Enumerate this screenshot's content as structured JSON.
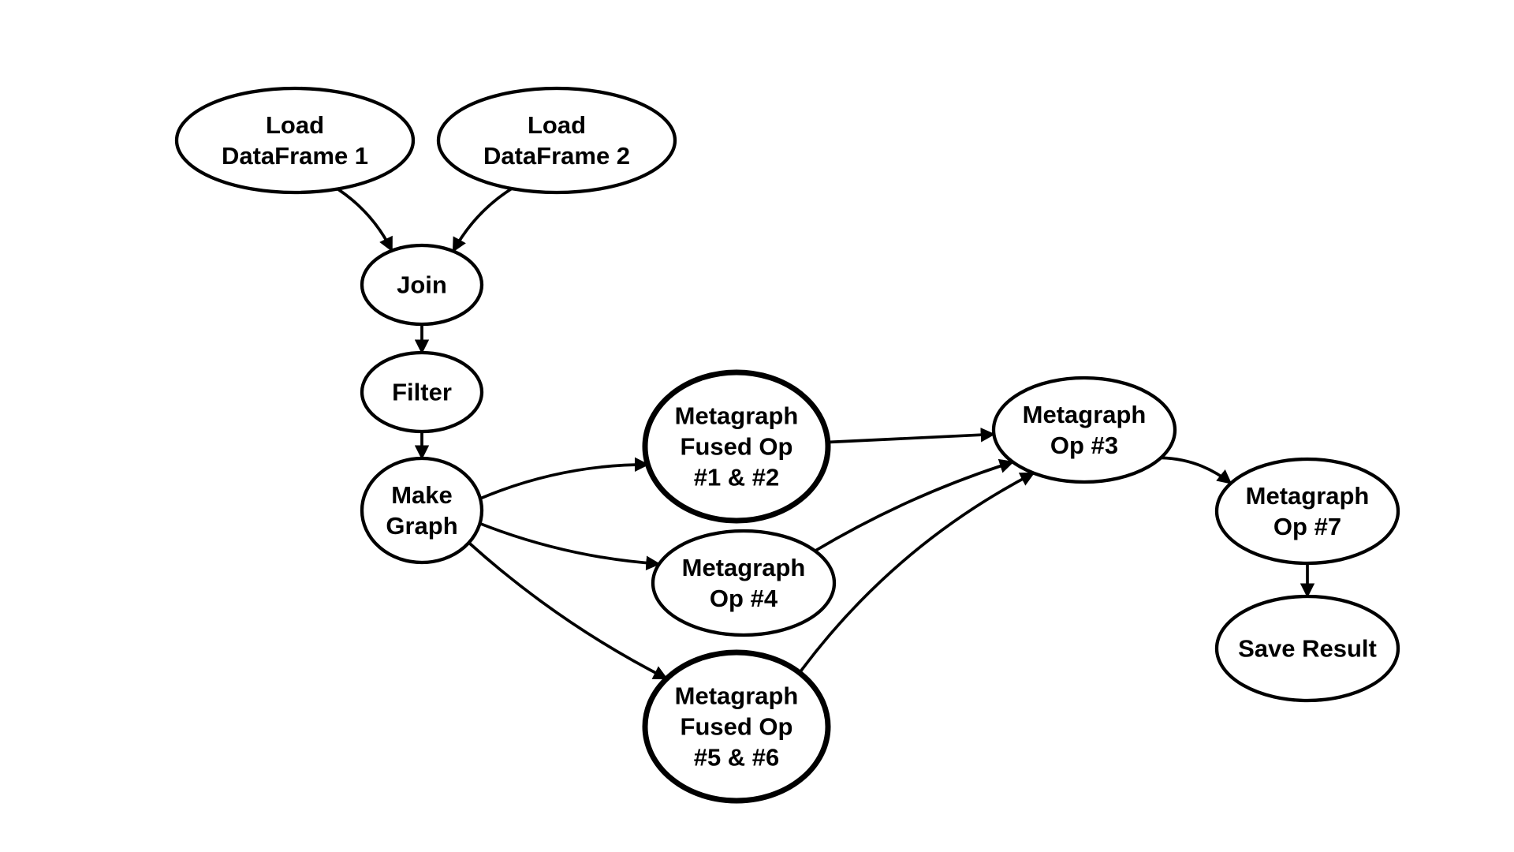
{
  "colors": {
    "background": "#ffffff",
    "node_stroke": "#000000",
    "fused_highlight": "#a52a1a",
    "edge": "#000000"
  },
  "nodes": [
    {
      "id": "load-df1",
      "lines": [
        "Load",
        "DataFrame 1"
      ],
      "fused": false
    },
    {
      "id": "load-df2",
      "lines": [
        "Load",
        "DataFrame 2"
      ],
      "fused": false
    },
    {
      "id": "join",
      "lines": [
        "Join"
      ],
      "fused": false
    },
    {
      "id": "filter",
      "lines": [
        "Filter"
      ],
      "fused": false
    },
    {
      "id": "make-graph",
      "lines": [
        "Make",
        "Graph"
      ],
      "fused": false
    },
    {
      "id": "fused-op-1-2",
      "lines": [
        "Metagraph",
        "Fused Op",
        "#1 & #2"
      ],
      "fused": true
    },
    {
      "id": "op-4",
      "lines": [
        "Metagraph",
        "Op #4"
      ],
      "fused": false
    },
    {
      "id": "fused-op-5-6",
      "lines": [
        "Metagraph",
        "Fused Op",
        "#5 & #6"
      ],
      "fused": true
    },
    {
      "id": "op-3",
      "lines": [
        "Metagraph",
        "Op #3"
      ],
      "fused": false
    },
    {
      "id": "op-7",
      "lines": [
        "Metagraph",
        "Op #7"
      ],
      "fused": false
    },
    {
      "id": "save-result",
      "lines": [
        "Save Result"
      ],
      "fused": false
    }
  ],
  "edges": [
    {
      "from": "load-df1",
      "to": "join"
    },
    {
      "from": "load-df2",
      "to": "join"
    },
    {
      "from": "join",
      "to": "filter"
    },
    {
      "from": "filter",
      "to": "make-graph"
    },
    {
      "from": "make-graph",
      "to": "fused-op-1-2"
    },
    {
      "from": "make-graph",
      "to": "op-4"
    },
    {
      "from": "make-graph",
      "to": "fused-op-5-6"
    },
    {
      "from": "fused-op-1-2",
      "to": "op-3"
    },
    {
      "from": "op-4",
      "to": "op-3"
    },
    {
      "from": "fused-op-5-6",
      "to": "op-3"
    },
    {
      "from": "op-3",
      "to": "op-7"
    },
    {
      "from": "op-7",
      "to": "save-result"
    }
  ]
}
